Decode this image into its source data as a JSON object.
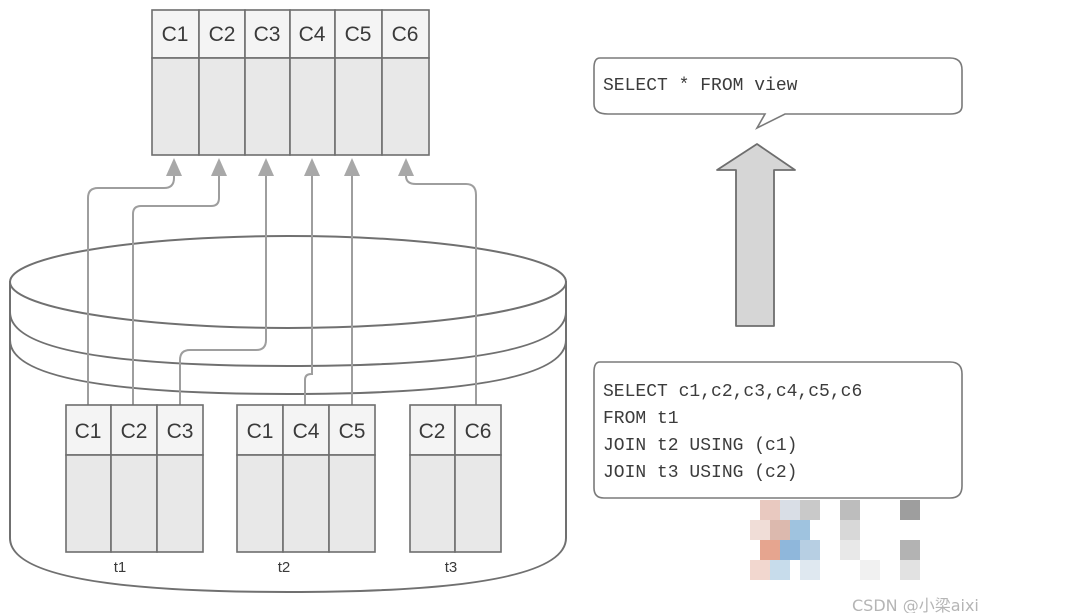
{
  "view": {
    "columns": [
      "C1",
      "C2",
      "C3",
      "C4",
      "C5",
      "C6"
    ]
  },
  "tables": [
    {
      "name": "t1",
      "columns": [
        "C1",
        "C2",
        "C3"
      ]
    },
    {
      "name": "t2",
      "columns": [
        "C1",
        "C4",
        "C5"
      ]
    },
    {
      "name": "t3",
      "columns": [
        "C2",
        "C6"
      ]
    }
  ],
  "query_top": "SELECT * FROM view",
  "query_bottom": [
    "SELECT c1,c2,c3,c4,c5,c6",
    "FROM t1",
    "JOIN t2 USING (c1)",
    "JOIN t3 USING (c2)"
  ],
  "watermark": "CSDN @小梁aixi",
  "colors": {
    "cell_fill": "#e8e8e8",
    "stroke": "#6e6e6e",
    "arrow": "#a8a8a8"
  }
}
